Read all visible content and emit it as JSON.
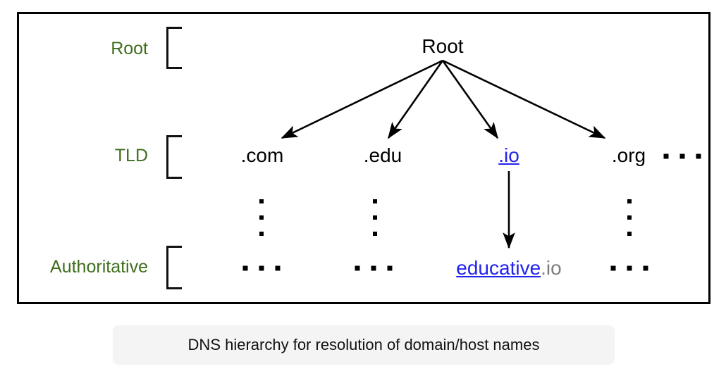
{
  "diagram": {
    "title": "DNS hierarchy diagram",
    "caption": "DNS hierarchy for resolution of domain/host names",
    "colors": {
      "row_label_green": "#3f6d1d",
      "link_blue": "#2222ee",
      "tld_gray": "#7d7d7d",
      "stroke_black": "#000000",
      "caption_background": "#f4f4f4"
    },
    "rows": [
      {
        "id": "root",
        "label": "Root"
      },
      {
        "id": "tld",
        "label": "TLD"
      },
      {
        "id": "authoritative",
        "label": "Authoritative"
      }
    ],
    "nodes": {
      "root": "Root",
      "tld": [
        {
          "id": "com",
          "label": ".com",
          "style": "plain"
        },
        {
          "id": "edu",
          "label": ".edu",
          "style": "plain"
        },
        {
          "id": "io",
          "label": ".io",
          "style": "link"
        },
        {
          "id": "org",
          "label": ".org",
          "style": "plain"
        }
      ],
      "authoritative": {
        "educative_link": "educative",
        "educative_suffix": ".io"
      }
    },
    "ellipses": {
      "tld_more": "...",
      "vertical_com": "⋮",
      "vertical_edu": "⋮",
      "vertical_org": "⋮",
      "authoritative_com": "...",
      "authoritative_edu": "...",
      "authoritative_org": "..."
    },
    "arrows": [
      {
        "id": "root-to-com",
        "from": "Root",
        "to": ".com"
      },
      {
        "id": "root-to-edu",
        "from": "Root",
        "to": ".edu"
      },
      {
        "id": "root-to-io",
        "from": "Root",
        "to": ".io"
      },
      {
        "id": "root-to-org",
        "from": "Root",
        "to": ".org"
      },
      {
        "id": "io-to-educative",
        "from": ".io",
        "to": "educative.io"
      }
    ]
  }
}
